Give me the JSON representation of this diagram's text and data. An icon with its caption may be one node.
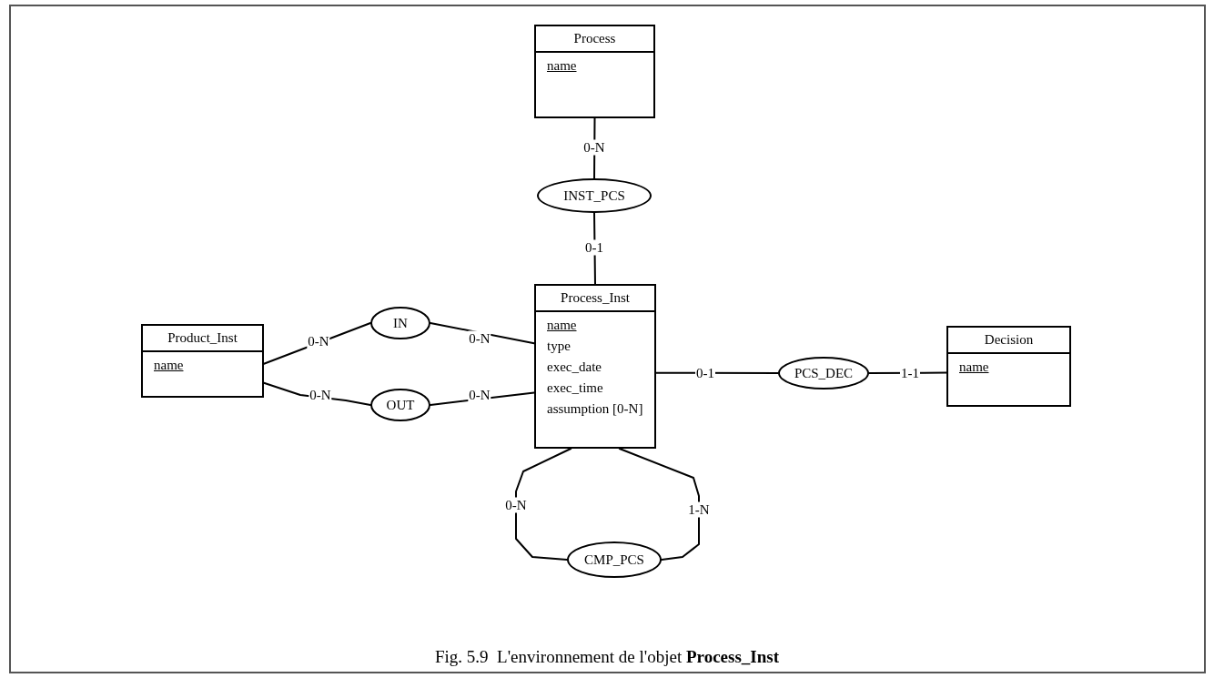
{
  "diagram": {
    "caption": "Fig. 5.9  L'environnement de l'objet **Process_Inst**",
    "nodes": [
      {
        "text": [
          "Process",
          "name"
        ]
      },
      {
        "text": [
          "INST_PCS"
        ]
      },
      {
        "text": [
          "Process_Inst",
          "name",
          "type",
          "exec_date",
          "exec_time",
          "assumption [0-N]"
        ]
      },
      {
        "text": [
          "Product_Inst",
          "name"
        ]
      },
      {
        "text": [
          "IN"
        ]
      },
      {
        "text": [
          "OUT"
        ]
      },
      {
        "text": [
          "PCS_DEC"
        ]
      },
      {
        "text": [
          "Decision",
          "name"
        ]
      },
      {
        "text": [
          "CMP_PCS"
        ]
      }
    ],
    "edges": [
      {
        "from": 0,
        "to": 1,
        "arrow": "none",
        "label": "0-N"
      },
      {
        "from": 1,
        "to": 2,
        "arrow": "none",
        "label": "0-1"
      },
      {
        "from": 3,
        "to": 4,
        "arrow": "none",
        "label": "0-N"
      },
      {
        "from": 4,
        "to": 2,
        "arrow": "none",
        "label": "0-N"
      },
      {
        "from": 3,
        "to": 5,
        "arrow": "none",
        "label": "0-N"
      },
      {
        "from": 5,
        "to": 2,
        "arrow": "none",
        "label": "0-N"
      },
      {
        "from": 2,
        "to": 6,
        "arrow": "none",
        "label": "0-1"
      },
      {
        "from": 6,
        "to": 7,
        "arrow": "none",
        "label": "1-1"
      },
      {
        "from": 2,
        "to": 8,
        "arrow": "none",
        "label": "0-N"
      },
      {
        "from": 2,
        "to": 8,
        "arrow": "none",
        "label": "1-N"
      }
    ]
  }
}
